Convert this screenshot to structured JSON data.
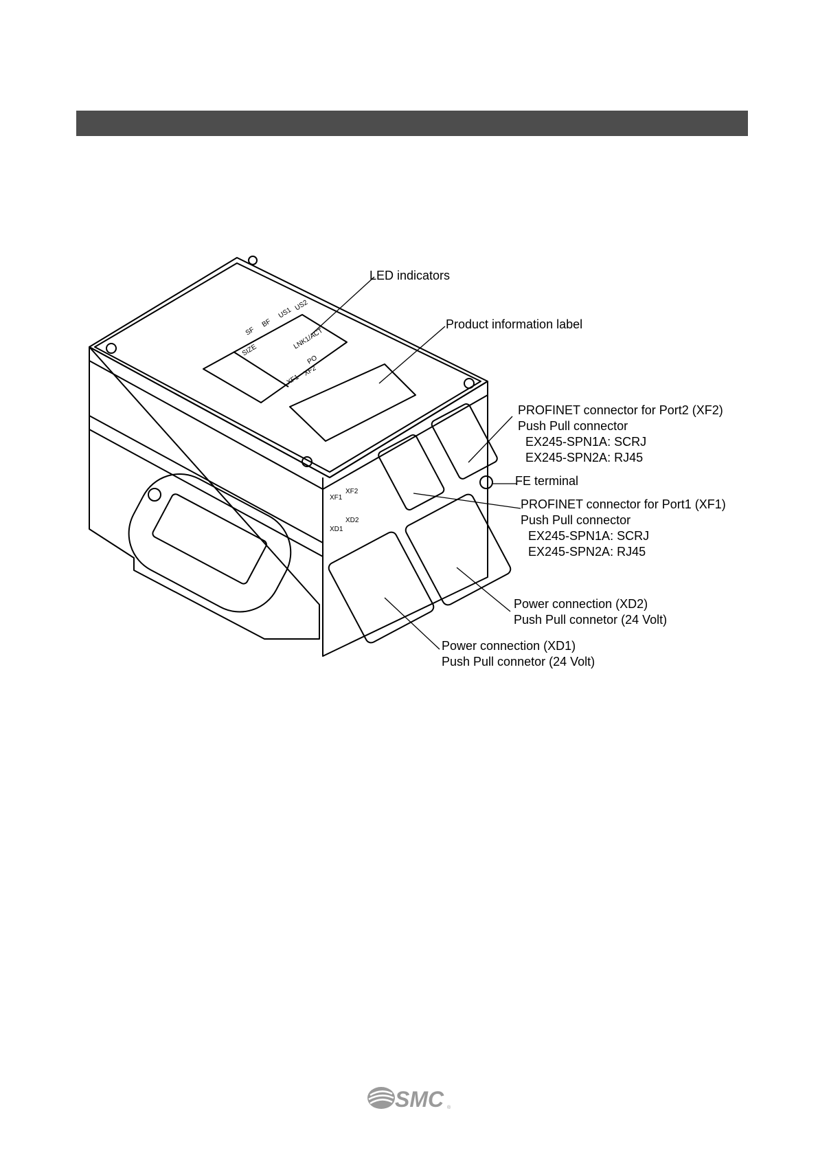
{
  "labels": {
    "led": "LED indicators",
    "product_label": "Product information label",
    "xf2": [
      "PROFINET connector for Port2 (XF2)",
      "Push Pull connector",
      "EX245-SPN1A: SCRJ",
      "EX245-SPN2A: RJ45"
    ],
    "fe": "FE terminal",
    "xf1": [
      "PROFINET connector for Port1 (XF1)",
      "Push Pull connector",
      "EX245-SPN1A: SCRJ",
      "EX245-SPN2A: RJ45"
    ],
    "xd2": [
      "Power connection (XD2)",
      "Push Pull connetor (24 Volt)"
    ],
    "xd1": [
      "Power connection (XD1)",
      "Push Pull connetor (24 Volt)"
    ]
  },
  "device_marks": {
    "leds_top": [
      "SF",
      "BF",
      "US1",
      "US2"
    ],
    "leds_mid": [
      "LNK1/ACT",
      "PO"
    ],
    "leds_bot": [
      "XF1",
      "XF2"
    ],
    "panel_left": "SIZE",
    "port_tags": [
      "XF1",
      "XF2",
      "XD1",
      "XD2"
    ]
  },
  "logo": {
    "text": "SMC",
    "reg": "®"
  }
}
